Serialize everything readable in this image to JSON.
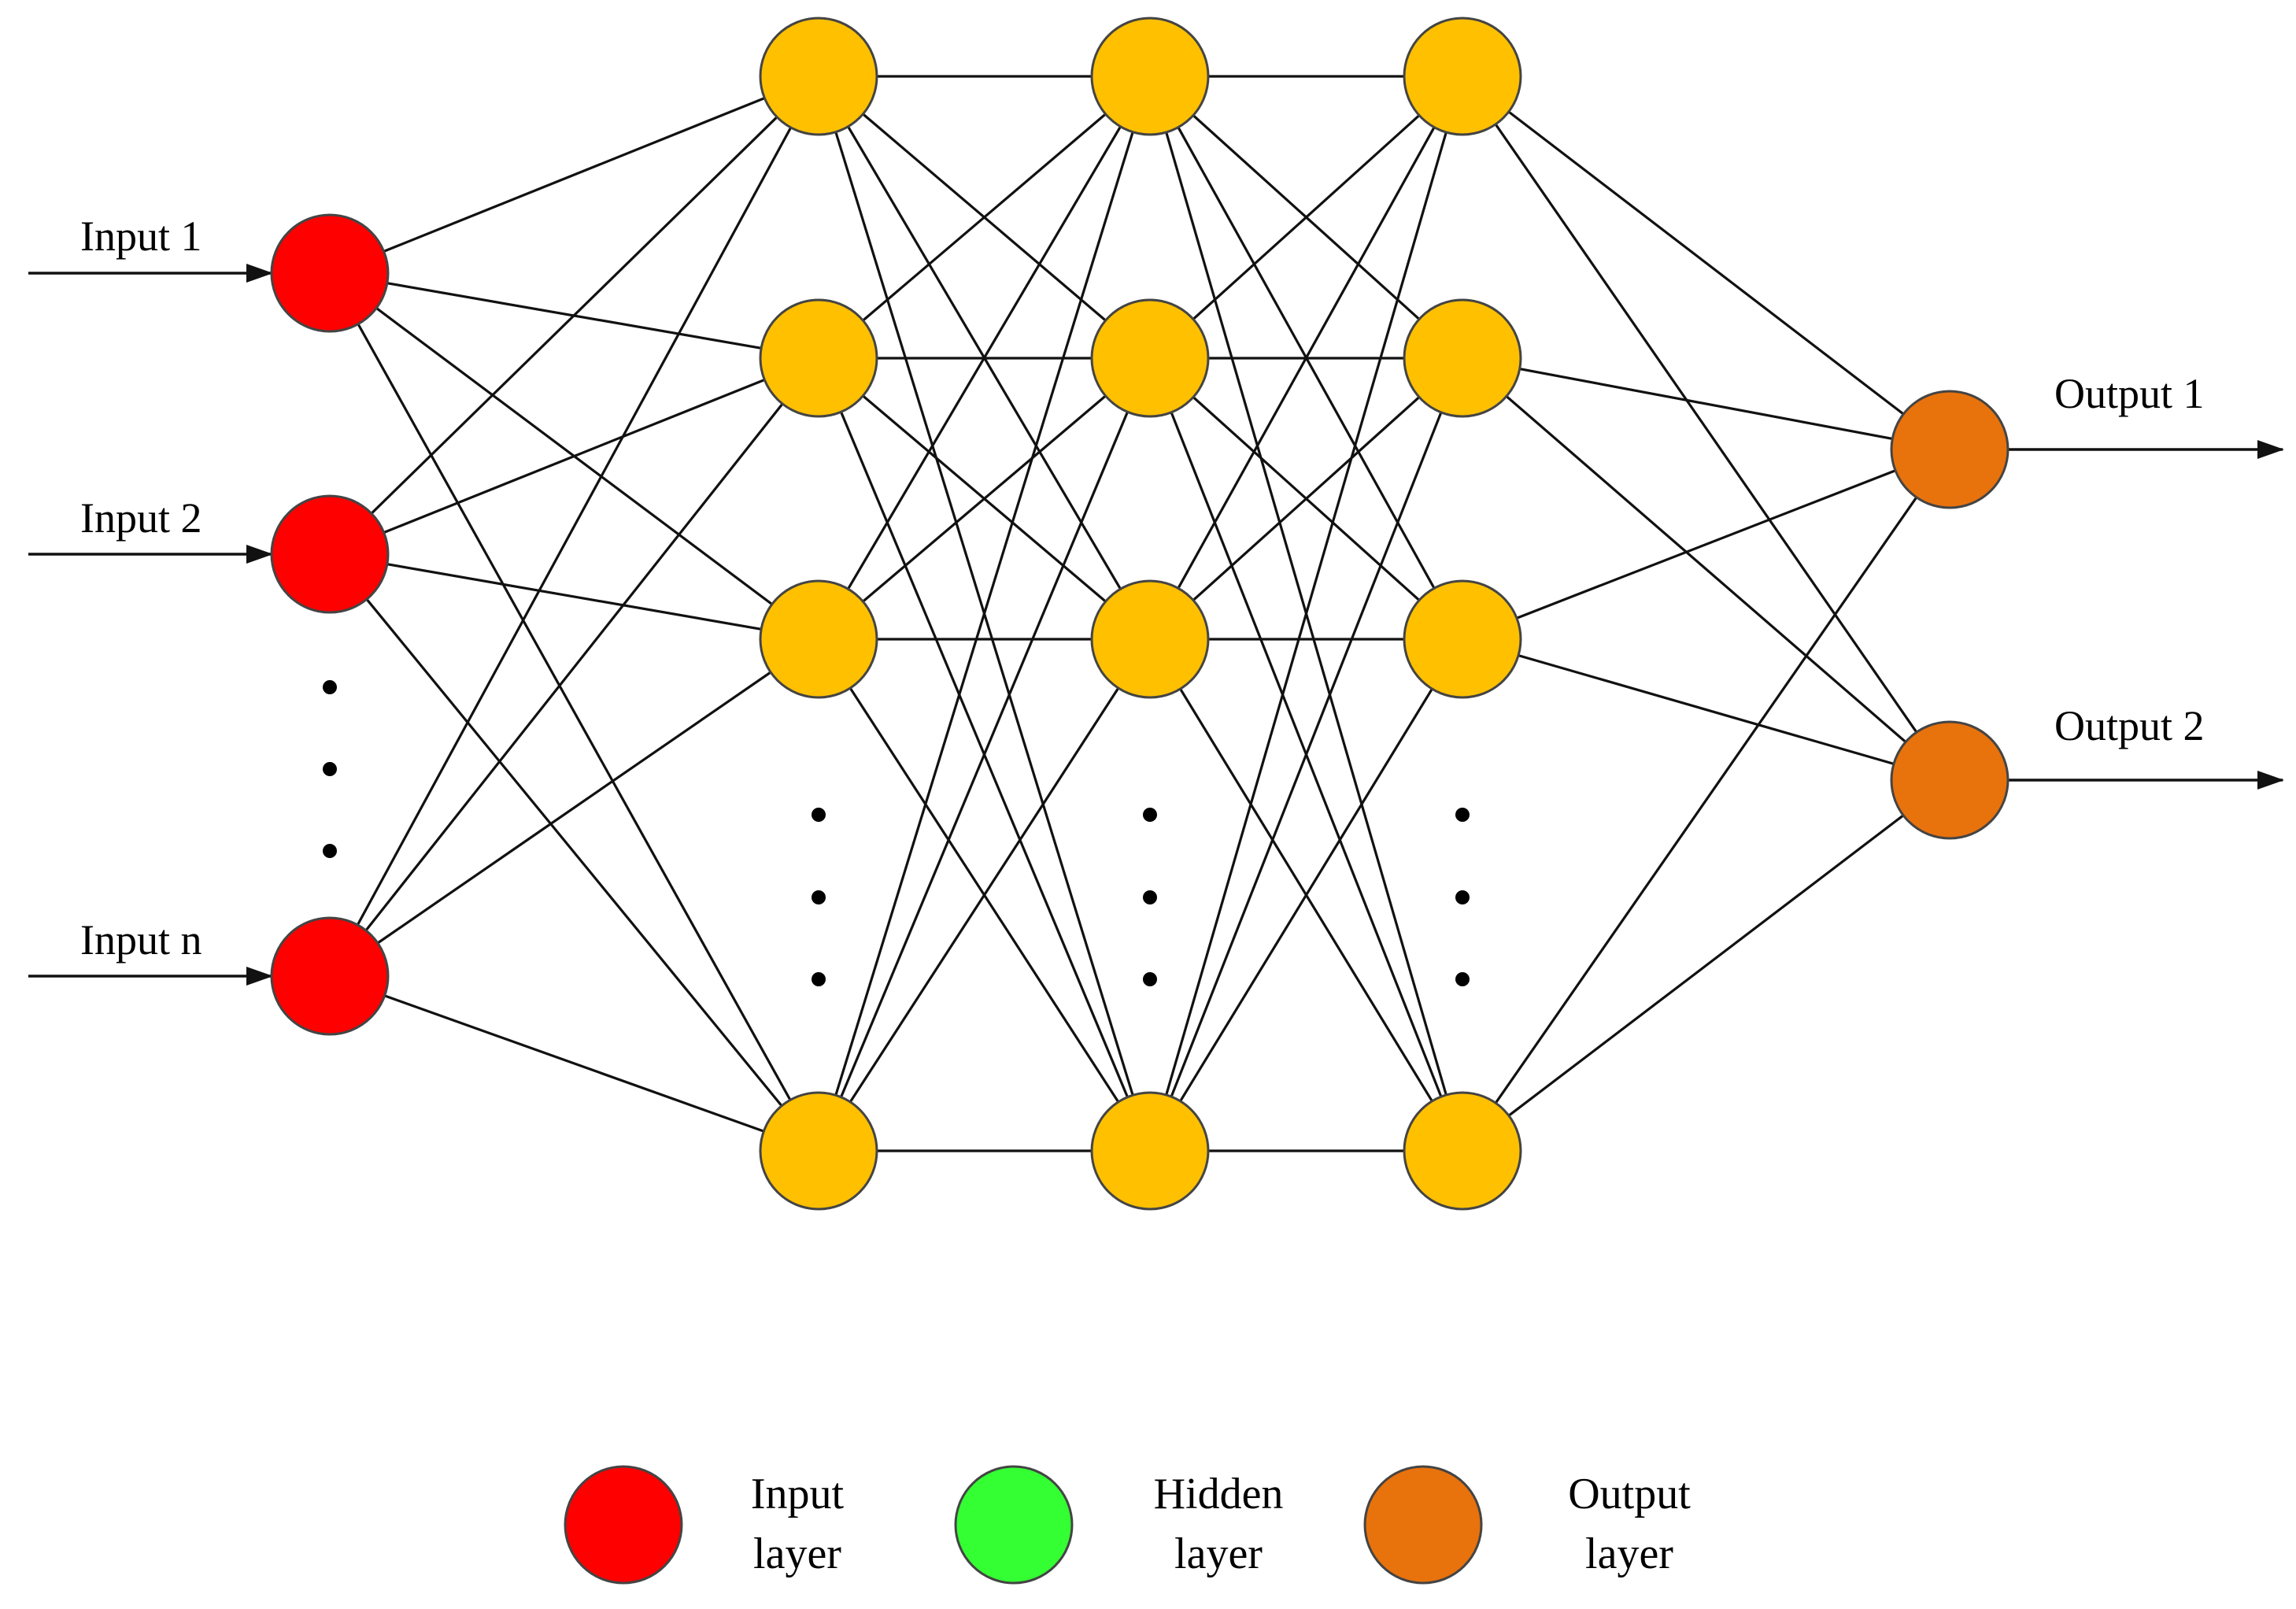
{
  "colors": {
    "input_node": "#ff0000",
    "hidden_node": "#ffc000",
    "output_node": "#e8720c",
    "legend_hidden": "#33ff33",
    "edge": "#111111"
  },
  "inputs": [
    {
      "label": "Input 1"
    },
    {
      "label": "Input 2"
    },
    {
      "label": "Input n"
    }
  ],
  "outputs": [
    {
      "label": "Output 1"
    },
    {
      "label": "Output 2"
    }
  ],
  "legend": [
    {
      "line1": "Input",
      "line2": "layer",
      "color": "#ff0000"
    },
    {
      "line1": "Hidden",
      "line2": "layer",
      "color": "#33ff33"
    },
    {
      "line1": "Output",
      "line2": "layer",
      "color": "#e8720c"
    }
  ]
}
